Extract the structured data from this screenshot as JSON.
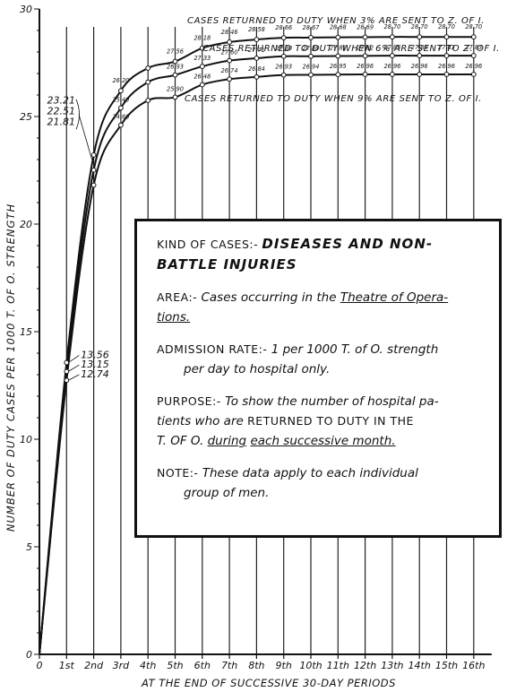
{
  "chart_data": {
    "type": "line",
    "title": "",
    "ylabel": "NUMBER OF DUTY CASES PER 1000 T. OF O. STRENGTH",
    "xlabel": "AT THE END OF SUCCESSIVE 30-DAY PERIODS",
    "ylim": [
      0,
      30
    ],
    "y_ticks": [
      "0",
      "5",
      "10",
      "15",
      "20",
      "25",
      "30"
    ],
    "x_ticks": [
      "0",
      "1st",
      "2nd",
      "3rd",
      "4th",
      "5th",
      "6th",
      "7th",
      "8th",
      "9th",
      "10th",
      "11th",
      "12th",
      "13th",
      "14th",
      "15th",
      "16th"
    ],
    "x": [
      0,
      1,
      2,
      3,
      4,
      5,
      6,
      7,
      8,
      9,
      10,
      11,
      12,
      13,
      14,
      15,
      16
    ],
    "series": [
      {
        "name": "CASES RETURNED TO DUTY WHEN 3% ARE SENT TO Z. OF I.",
        "values": [
          0,
          13.56,
          23.21,
          26.2,
          27.25,
          27.56,
          28.18,
          28.46,
          28.58,
          28.66,
          28.67,
          28.68,
          28.69,
          28.7,
          28.7,
          28.7,
          28.7
        ],
        "labels": [
          "",
          "13.56",
          "23.21",
          "26.20",
          "",
          "27.56",
          "28.18",
          "28.46",
          "28.58",
          "28.66",
          "28.67",
          "28.68",
          "28.69",
          "28.70",
          "28.70",
          "28.70",
          "28.70"
        ]
      },
      {
        "name": "CASES RETURNED TO DUTY WHEN 6% ARE SENT TO Z. OF I.",
        "values": [
          0,
          13.15,
          22.51,
          25.4,
          26.6,
          26.93,
          27.33,
          27.6,
          27.71,
          27.8,
          27.8,
          27.81,
          27.82,
          27.83,
          27.83,
          27.83,
          27.83
        ],
        "labels": [
          "",
          "13.15",
          "22.51",
          "25.40",
          "",
          "26.93",
          "27.33",
          "27.60",
          "27.71",
          "27.80",
          "27.80",
          "27.81",
          "27.82",
          "27.83",
          "27.83",
          "27.83",
          "27.83"
        ]
      },
      {
        "name": "CASES RETURNED TO DUTY WHEN 9% ARE SENT TO Z. OF I.",
        "values": [
          0,
          12.74,
          21.81,
          24.6,
          25.75,
          25.9,
          26.48,
          26.74,
          26.84,
          26.93,
          26.94,
          26.95,
          26.96,
          26.96,
          26.96,
          26.96,
          26.96
        ],
        "labels": [
          "",
          "12.74",
          "21.81",
          "24.60",
          "",
          "25.90",
          "26.48",
          "26.74",
          "26.84",
          "26.93",
          "26.94",
          "26.95",
          "26.96",
          "26.96",
          "26.96",
          "26.96",
          "26.96"
        ]
      }
    ],
    "grid": true
  },
  "note": {
    "kind_label": "KIND OF CASES:-",
    "kind_value_1": "DISEASES AND NON-",
    "kind_value_2": "BATTLE INJURIES",
    "area_label": "AREA:-",
    "area_text": "Cases occurring in the",
    "area_under": "Theatre of Opera-",
    "area_under_2": "tions.",
    "adm_label": "ADMISSION RATE:-",
    "adm_text_1": "1 per 1000 T. of O. strength",
    "adm_text_2": "per day to hospital only.",
    "purpose_label": "PURPOSE:-",
    "purpose_text_1": "To show the number of hospital pa-",
    "purpose_text_2a": "tients who are",
    "purpose_text_2b": "RETURNED TO DUTY IN THE",
    "purpose_text_3a": "T. OF O.",
    "purpose_text_3b": "during",
    "purpose_text_3c": "each successive month.",
    "note_label": "NOTE:-",
    "note_text_1": "These data apply to each individual",
    "note_text_2": "group of men."
  }
}
